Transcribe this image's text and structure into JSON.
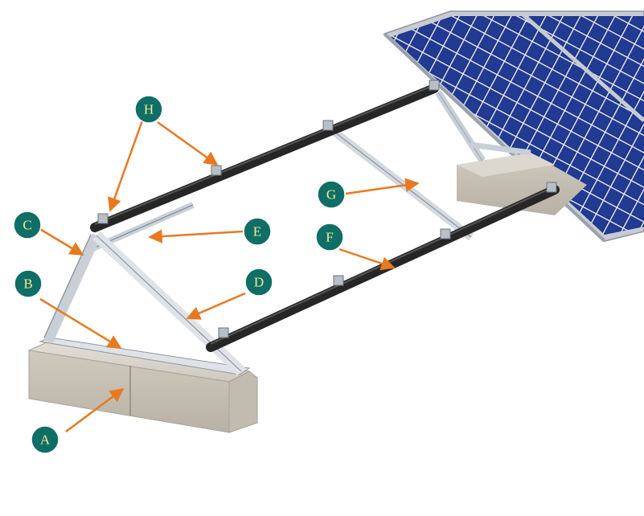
{
  "diagram": {
    "colors": {
      "background": "#ffffff",
      "callout_fill": "#0f6e66",
      "callout_text": "#f4e89a",
      "arrow": "#e8791f",
      "rail": "#262626",
      "aluminium": "#c9cfd6",
      "concrete": "#cdc8bd",
      "panel_cell": "#1a2f7a",
      "panel_frame": "#c7ccd3"
    },
    "callouts": [
      {
        "id": "H",
        "label": "H"
      },
      {
        "id": "C",
        "label": "C"
      },
      {
        "id": "E",
        "label": "E"
      },
      {
        "id": "G",
        "label": "G"
      },
      {
        "id": "F",
        "label": "F"
      },
      {
        "id": "B",
        "label": "B"
      },
      {
        "id": "D",
        "label": "D"
      },
      {
        "id": "A",
        "label": "A"
      }
    ]
  }
}
